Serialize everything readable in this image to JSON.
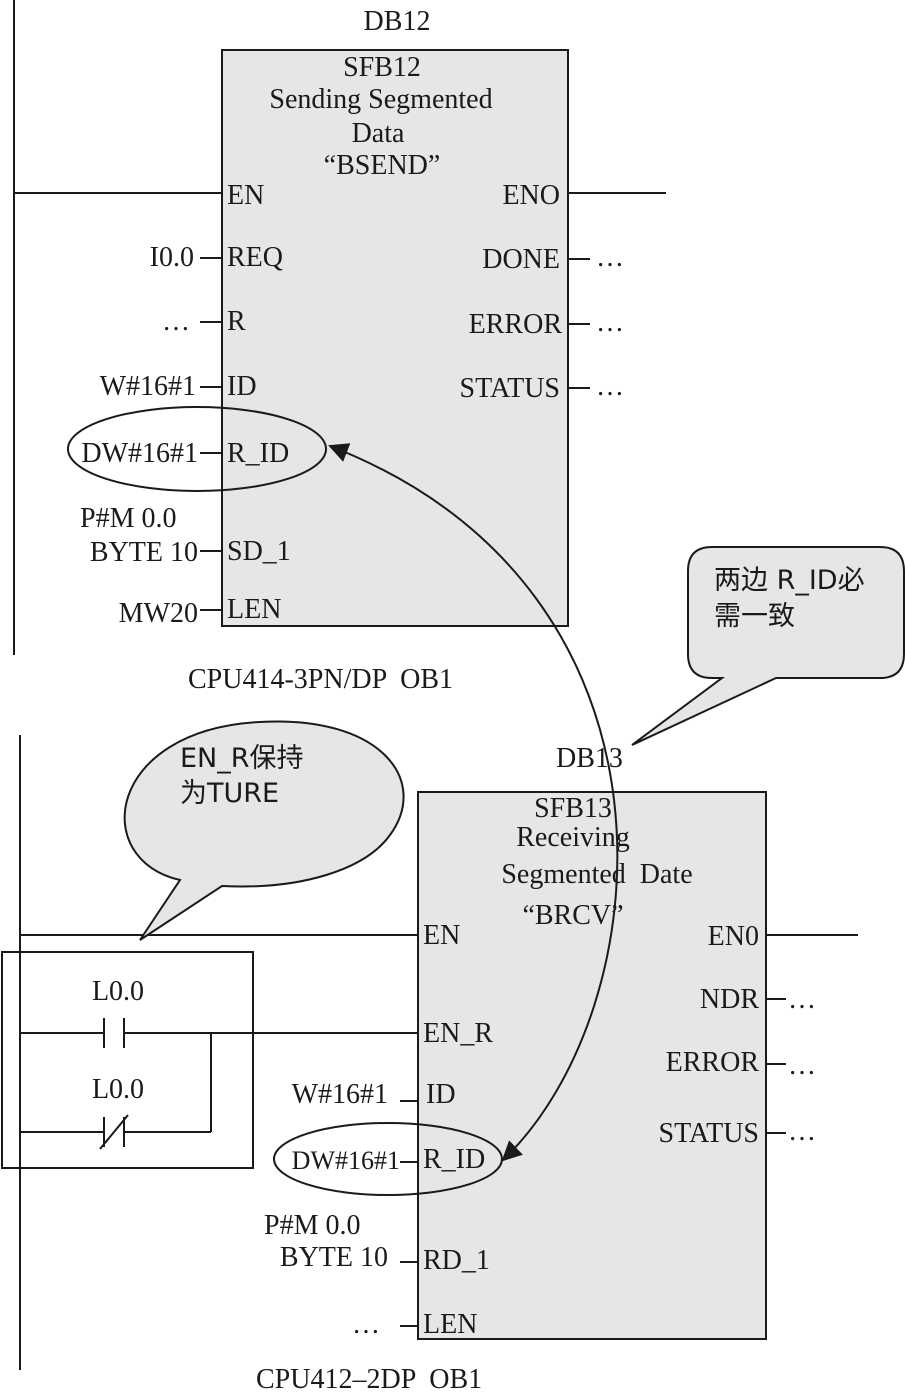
{
  "block1": {
    "db": "DB12",
    "title_lines": [
      "SFB12",
      "Sending Segmented",
      "Data",
      "“BSEND”"
    ],
    "inputs": [
      {
        "pin": "EN",
        "value": ""
      },
      {
        "pin": "REQ",
        "value": "I0.0"
      },
      {
        "pin": "R",
        "value": "…"
      },
      {
        "pin": "ID",
        "value": "W#16#1"
      },
      {
        "pin": "R_ID",
        "value": "DW#16#1"
      },
      {
        "pin": "SD_1",
        "value_lines": [
          "P#M 0.0",
          "BYTE 10"
        ]
      },
      {
        "pin": "LEN",
        "value": "MW20"
      }
    ],
    "outputs": [
      {
        "pin": "ENO",
        "value": ""
      },
      {
        "pin": "DONE",
        "value": "…"
      },
      {
        "pin": "ERROR",
        "value": "…"
      },
      {
        "pin": "STATUS",
        "value": "…"
      }
    ],
    "caption": "CPU414-3PN/DP  OB1"
  },
  "block2": {
    "db": "DB13",
    "title_lines": [
      "SFB13",
      "Receiving",
      "Segmented  Date",
      "“BRCV”"
    ],
    "inputs": [
      {
        "pin": "EN",
        "value": ""
      },
      {
        "pin": "EN_R",
        "value": ""
      },
      {
        "pin": "ID",
        "value": "W#16#1"
      },
      {
        "pin": "R_ID",
        "value": "DW#16#1"
      },
      {
        "pin": "RD_1",
        "value_lines": [
          "P#M 0.0",
          "BYTE 10"
        ]
      },
      {
        "pin": "LEN",
        "value": "…"
      }
    ],
    "outputs": [
      {
        "pin": "EN0",
        "value": ""
      },
      {
        "pin": "NDR",
        "value": "…"
      },
      {
        "pin": "ERROR",
        "value": "…"
      },
      {
        "pin": "STATUS",
        "value": "…"
      }
    ],
    "contacts": [
      {
        "label": "L0.0",
        "type": "normally-open"
      },
      {
        "label": "L0.0",
        "type": "normally-closed"
      }
    ],
    "caption": "CPU412–2DP  OB1"
  },
  "callouts": {
    "r_id_note": "两边 R_ID必 需一致",
    "r_id_note_lines": [
      "两边 R_ID必",
      "需一致"
    ],
    "en_r_note": "EN_R保持 为TURE",
    "en_r_note_lines": [
      "EN_R保持",
      "为TURE"
    ]
  },
  "colors": {
    "block_fill": "#e6e6e6",
    "bubble_fill": "#e6e6e6",
    "line": "#1a1a1a"
  }
}
